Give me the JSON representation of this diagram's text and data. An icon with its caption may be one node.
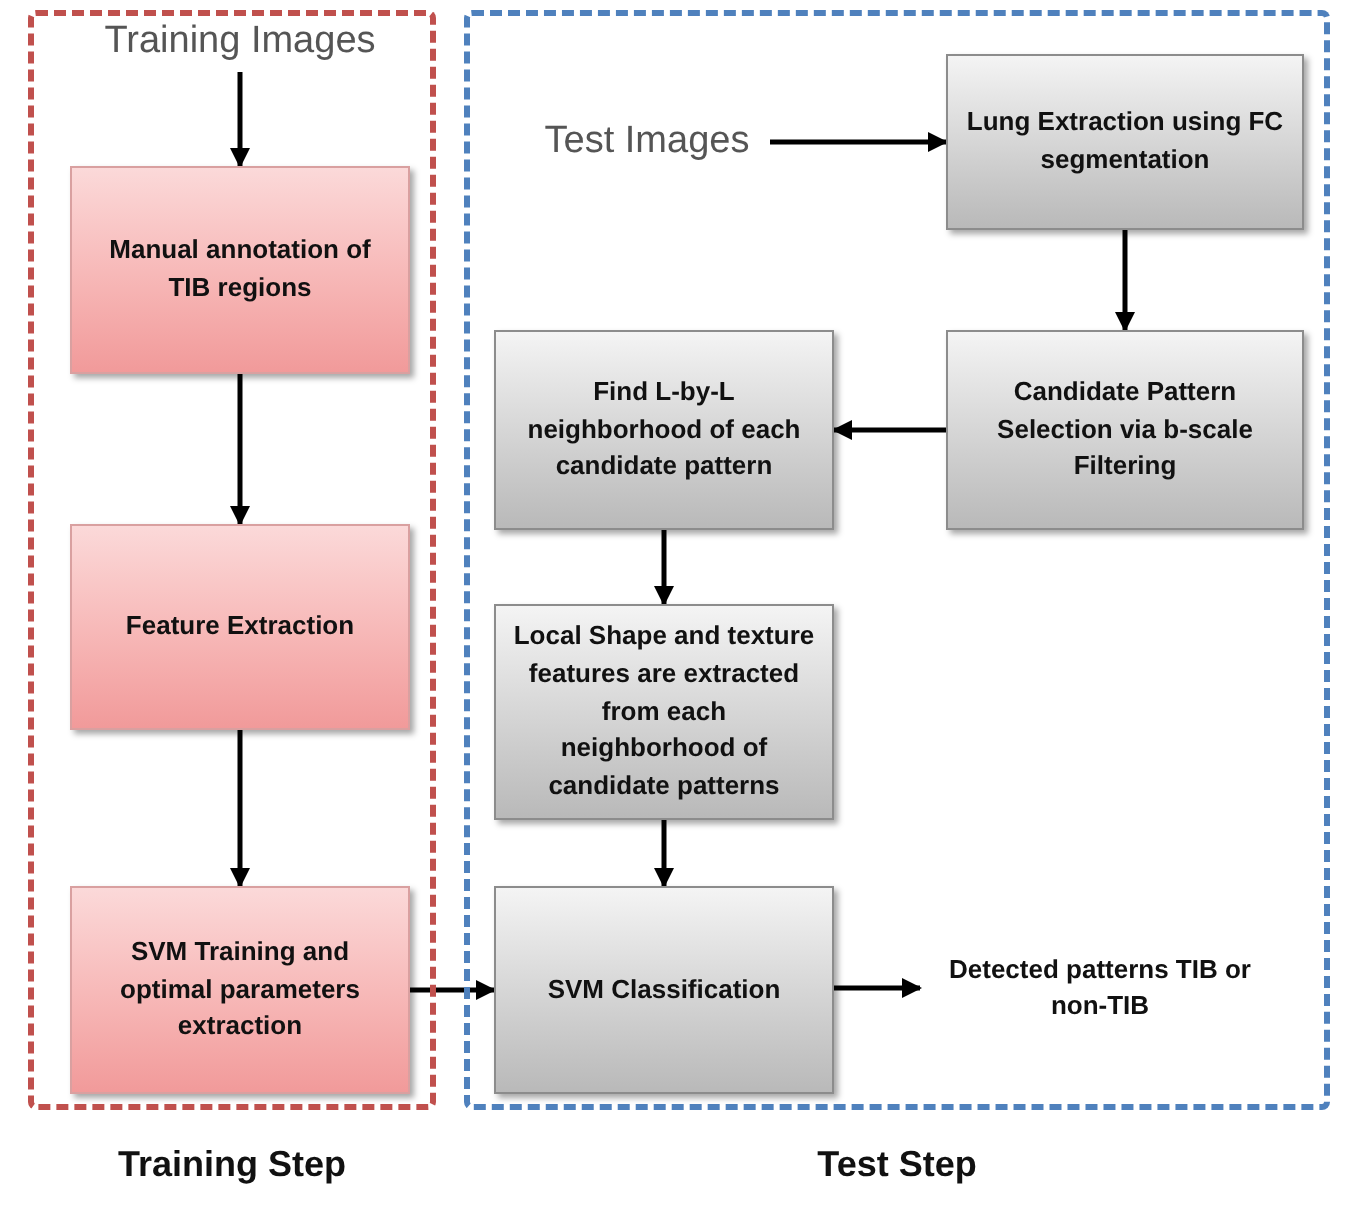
{
  "diagram": {
    "nodes": [
      {
        "text": [
          "Training Step"
        ]
      },
      {
        "text": [
          "Test Step"
        ]
      },
      {
        "text": [
          "Training Images"
        ],
        "in": 0
      },
      {
        "text": [
          "Manual annotation of TIB regions"
        ],
        "in": 0
      },
      {
        "text": [
          "Feature Extraction"
        ],
        "in": 0
      },
      {
        "text": [
          "SVM Training and optimal parameters extraction"
        ],
        "in": 0
      },
      {
        "text": [
          "Test Images"
        ],
        "in": 1
      },
      {
        "text": [
          "Lung Extraction using FC segmentation"
        ],
        "in": 1
      },
      {
        "text": [
          "Find L-by-L neighborhood of each candidate pattern"
        ],
        "in": 1
      },
      {
        "text": [
          "Candidate Pattern Selection via b-scale Filtering"
        ],
        "in": 1
      },
      {
        "text": [
          "Local Shape and texture features are extracted from each neighborhood of candidate patterns"
        ],
        "in": 1
      },
      {
        "text": [
          "SVM Classification"
        ],
        "in": 1
      },
      {
        "text": [
          "Detected patterns TIB or non-TIB"
        ],
        "in": 1
      }
    ],
    "edges": [
      {
        "from": 2,
        "to": 3,
        "arrow": "to"
      },
      {
        "from": 3,
        "to": 4,
        "arrow": "to"
      },
      {
        "from": 4,
        "to": 5,
        "arrow": "to"
      },
      {
        "from": 5,
        "to": 11,
        "arrow": "to"
      },
      {
        "from": 6,
        "to": 7,
        "arrow": "to"
      },
      {
        "from": 7,
        "to": 9,
        "arrow": "to"
      },
      {
        "from": 9,
        "to": 8,
        "arrow": "to"
      },
      {
        "from": 8,
        "to": 10,
        "arrow": "to"
      },
      {
        "from": 10,
        "to": 11,
        "arrow": "to"
      },
      {
        "from": 11,
        "to": 12,
        "arrow": "to"
      }
    ]
  }
}
